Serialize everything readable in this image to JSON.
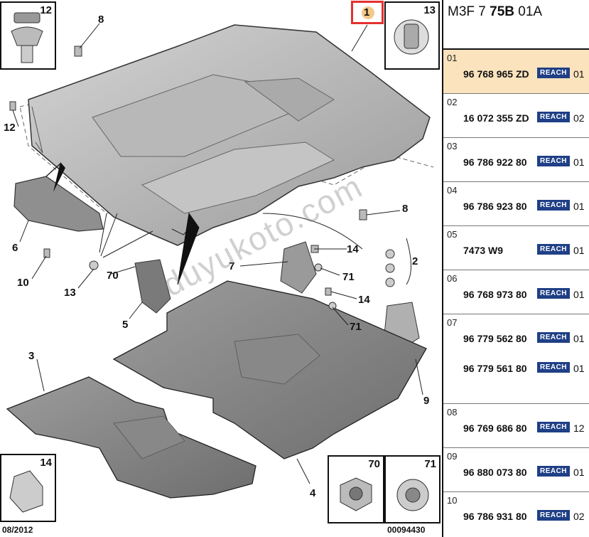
{
  "diagram": {
    "callouts": [
      {
        "id": "c1",
        "label": "1"
      },
      {
        "id": "c2",
        "label": "2"
      },
      {
        "id": "c3",
        "label": "3"
      },
      {
        "id": "c4",
        "label": "4"
      },
      {
        "id": "c5",
        "label": "5"
      },
      {
        "id": "c6",
        "label": "6"
      },
      {
        "id": "c7",
        "label": "7"
      },
      {
        "id": "c8a",
        "label": "8"
      },
      {
        "id": "c8b",
        "label": "8"
      },
      {
        "id": "c9",
        "label": "9"
      },
      {
        "id": "c10",
        "label": "10"
      },
      {
        "id": "c12",
        "label": "12"
      },
      {
        "id": "c13",
        "label": "13"
      },
      {
        "id": "c14a",
        "label": "14"
      },
      {
        "id": "c14b",
        "label": "14"
      },
      {
        "id": "c70",
        "label": "70"
      },
      {
        "id": "c71a",
        "label": "71"
      },
      {
        "id": "c71b",
        "label": "71"
      }
    ],
    "insets": {
      "i12": "12",
      "i13": "13",
      "i14": "14",
      "i70": "70",
      "i71": "71"
    },
    "footer_left": "08/2012",
    "footer_right": "00094430",
    "watermark": "duyukoto.com",
    "highlight_color": "#e53030"
  },
  "parts_list": {
    "reference_prefix": "M3F 7 ",
    "reference_bold": "75B",
    "reference_suffix": " 01A",
    "reach_label": "REACH",
    "rows": [
      {
        "index": "01",
        "lines": [
          {
            "part_number": "96 768 965 ZD",
            "qty": "01"
          }
        ]
      },
      {
        "index": "02",
        "lines": [
          {
            "part_number": "16 072 355 ZD",
            "qty": "02"
          }
        ]
      },
      {
        "index": "03",
        "lines": [
          {
            "part_number": "96 786 922 80",
            "qty": "01"
          }
        ]
      },
      {
        "index": "04",
        "lines": [
          {
            "part_number": "96 786 923 80",
            "qty": "01"
          }
        ]
      },
      {
        "index": "05",
        "lines": [
          {
            "part_number": "7473 W9",
            "qty": "01"
          }
        ]
      },
      {
        "index": "06",
        "lines": [
          {
            "part_number": "96 768 973 80",
            "qty": "01"
          }
        ]
      },
      {
        "index": "07",
        "lines": [
          {
            "part_number": "96 779 562 80",
            "qty": "01"
          },
          {
            "part_number": "96 779 561 80",
            "qty": "01"
          }
        ]
      },
      {
        "index": "08",
        "lines": [
          {
            "part_number": "96 769 686 80",
            "qty": "12"
          }
        ]
      },
      {
        "index": "09",
        "lines": [
          {
            "part_number": "96 880 073 80",
            "qty": "01"
          }
        ]
      },
      {
        "index": "10",
        "lines": [
          {
            "part_number": "96 786 931 80",
            "qty": "02"
          }
        ]
      }
    ],
    "highlight_bg": "#fbe3bd",
    "reach_color": "#1f3f86"
  }
}
